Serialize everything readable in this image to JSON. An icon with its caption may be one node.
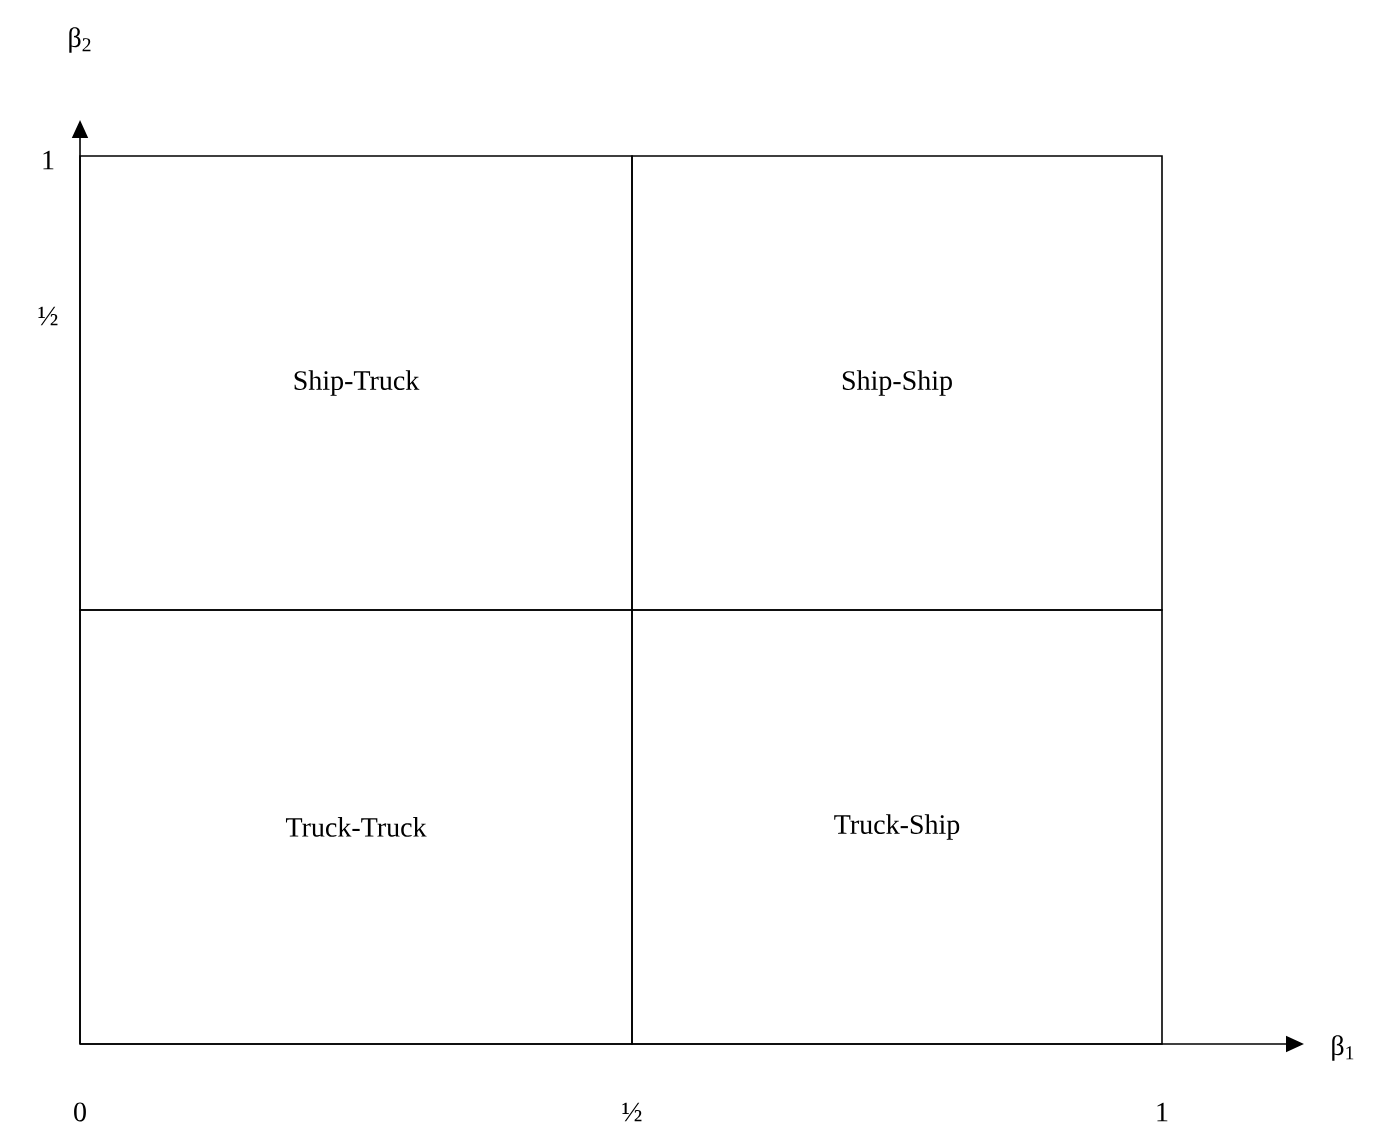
{
  "diagram": {
    "nodes": [
      {
        "text": [
          "Ship-Truck"
        ]
      },
      {
        "text": [
          "Ship-Ship"
        ]
      },
      {
        "text": [
          "Truck-Truck"
        ]
      },
      {
        "text": [
          "Truck-Ship"
        ]
      }
    ],
    "labels": [
      "β$_{2}$",
      "1",
      "½",
      "β$_{1}$",
      "0",
      "½",
      "1"
    ]
  }
}
